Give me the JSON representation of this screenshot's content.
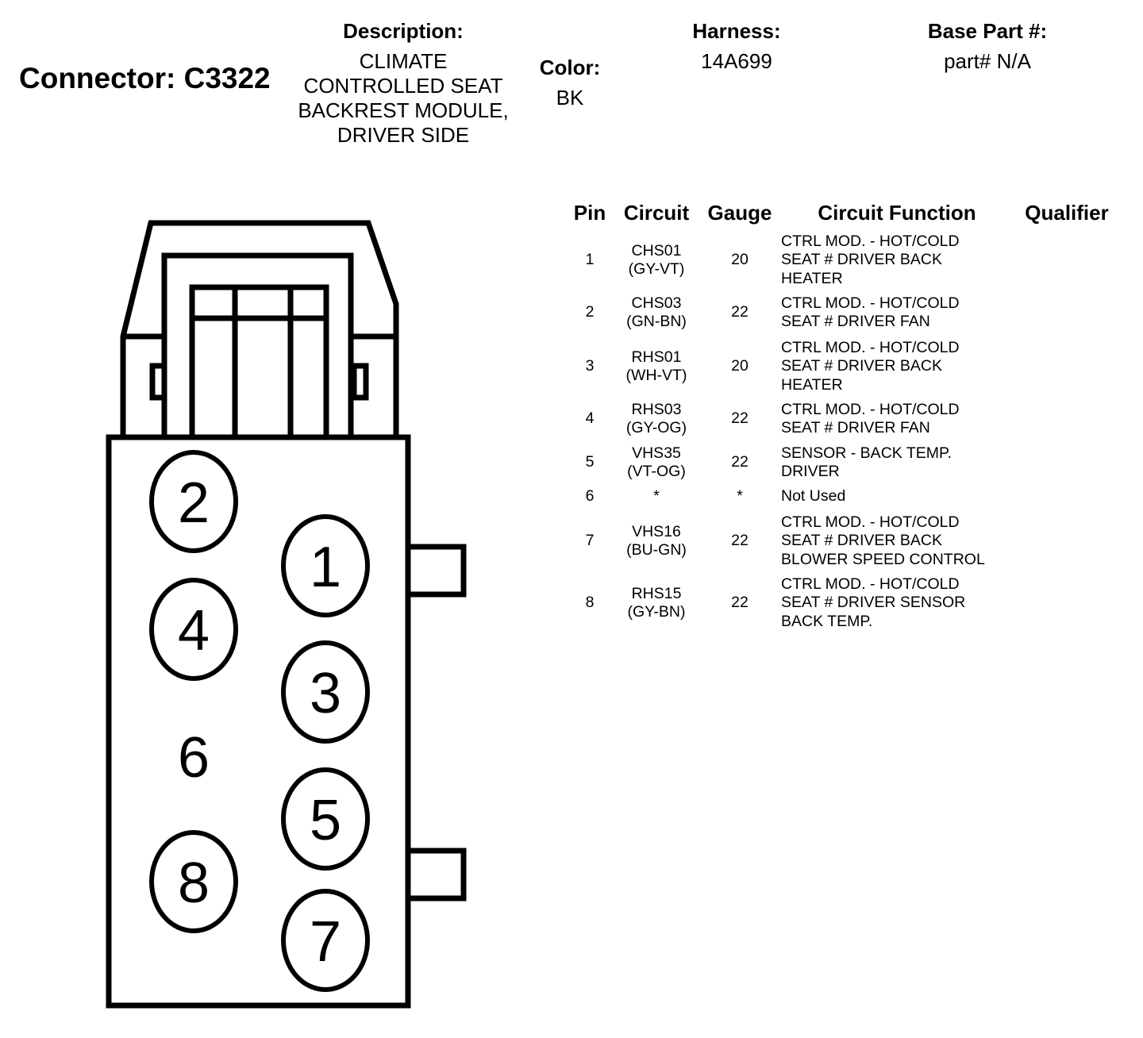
{
  "header": {
    "connector_title": "Connector: C3322",
    "description_label": "Description:",
    "description_lines": [
      "CLIMATE",
      "CONTROLLED SEAT",
      "BACKREST MODULE,",
      "DRIVER SIDE"
    ],
    "color_label": "Color:",
    "color_value": "BK",
    "harness_label": "Harness:",
    "harness_value": "14A699",
    "base_part_label": "Base Part #:",
    "base_part_value": "part# N/A"
  },
  "table": {
    "columns": [
      "Pin",
      "Circuit",
      "Gauge",
      "Circuit Function",
      "Qualifier"
    ],
    "rows": [
      {
        "pin": "1",
        "circuit": [
          "CHS01",
          "(GY-VT)"
        ],
        "gauge": "20",
        "function": [
          "CTRL MOD. - HOT/COLD",
          "SEAT # DRIVER BACK",
          "HEATER"
        ],
        "qualifier": ""
      },
      {
        "pin": "2",
        "circuit": [
          "CHS03",
          "(GN-BN)"
        ],
        "gauge": "22",
        "function": [
          "CTRL MOD. - HOT/COLD",
          "SEAT # DRIVER FAN"
        ],
        "qualifier": ""
      },
      {
        "pin": "3",
        "circuit": [
          "RHS01",
          "(WH-VT)"
        ],
        "gauge": "20",
        "function": [
          "CTRL MOD. - HOT/COLD",
          "SEAT # DRIVER BACK",
          "HEATER"
        ],
        "qualifier": ""
      },
      {
        "pin": "4",
        "circuit": [
          "RHS03",
          "(GY-OG)"
        ],
        "gauge": "22",
        "function": [
          "CTRL MOD. - HOT/COLD",
          "SEAT # DRIVER FAN"
        ],
        "qualifier": ""
      },
      {
        "pin": "5",
        "circuit": [
          "VHS35",
          "(VT-OG)"
        ],
        "gauge": "22",
        "function": [
          "SENSOR - BACK TEMP.",
          "DRIVER"
        ],
        "qualifier": ""
      },
      {
        "pin": "6",
        "circuit": [
          "*"
        ],
        "gauge": "*",
        "function": [
          "Not Used"
        ],
        "qualifier": ""
      },
      {
        "pin": "7",
        "circuit": [
          "VHS16",
          "(BU-GN)"
        ],
        "gauge": "22",
        "function": [
          "CTRL MOD. - HOT/COLD",
          "SEAT # DRIVER BACK",
          "BLOWER SPEED CONTROL"
        ],
        "qualifier": ""
      },
      {
        "pin": "8",
        "circuit": [
          "RHS15",
          "(GY-BN)"
        ],
        "gauge": "22",
        "function": [
          "CTRL MOD. - HOT/COLD",
          "SEAT # DRIVER SENSOR",
          "BACK TEMP."
        ],
        "qualifier": ""
      }
    ]
  },
  "connector_face": {
    "pins": [
      {
        "label": "1",
        "circled": true
      },
      {
        "label": "2",
        "circled": true
      },
      {
        "label": "3",
        "circled": true
      },
      {
        "label": "4",
        "circled": true
      },
      {
        "label": "5",
        "circled": true
      },
      {
        "label": "6",
        "circled": false
      },
      {
        "label": "7",
        "circled": true
      },
      {
        "label": "8",
        "circled": true
      }
    ]
  }
}
